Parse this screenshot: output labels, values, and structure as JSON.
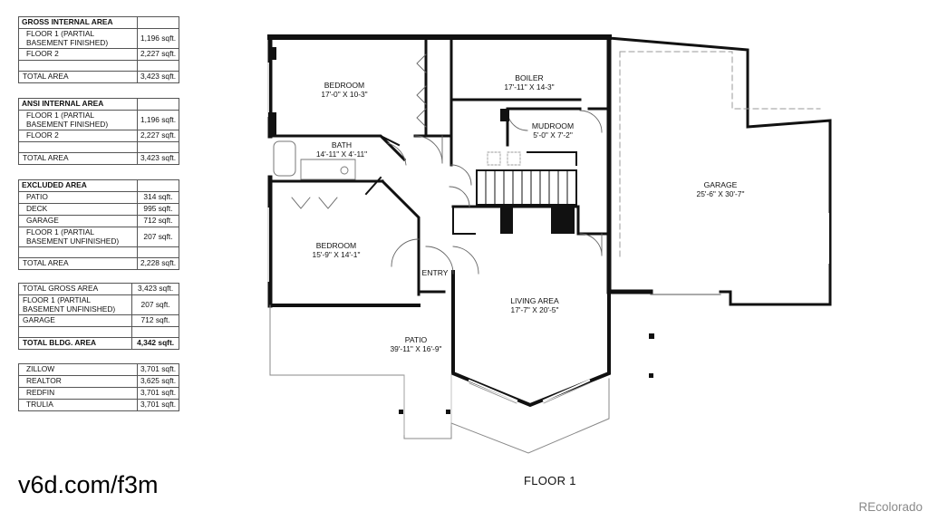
{
  "tables": {
    "gross": {
      "title": "GROSS INTERNAL AREA",
      "floor1_a": "FLOOR 1 (PARTIAL",
      "floor1_b": "BASEMENT FINISHED)",
      "floor1_val": "1,196 sqft.",
      "floor2": "FLOOR 2",
      "floor2_val": "2,227 sqft.",
      "total": "TOTAL AREA",
      "total_val": "3,423 sqft."
    },
    "ansi": {
      "title": "ANSI INTERNAL AREA",
      "floor1_a": "FLOOR 1 (PARTIAL",
      "floor1_b": "BASEMENT FINISHED)",
      "floor1_val": "1,196 sqft.",
      "floor2": "FLOOR 2",
      "floor2_val": "2,227 sqft.",
      "total": "TOTAL AREA",
      "total_val": "3,423 sqft."
    },
    "excluded": {
      "title": "EXCLUDED AREA",
      "patio": "PATIO",
      "patio_val": "314 sqft.",
      "deck": "DECK",
      "deck_val": "995 sqft.",
      "garage": "GARAGE",
      "garage_val": "712 sqft.",
      "floor1_a": "FLOOR 1 (PARTIAL",
      "floor1_b": "BASEMENT UNFINISHED)",
      "floor1_val": "207 sqft.",
      "total": "TOTAL AREA",
      "total_val": "2,228 sqft."
    },
    "summary": {
      "gross": "TOTAL GROSS AREA",
      "gross_val": "3,423 sqft.",
      "floor1_a": "FLOOR 1 (PARTIAL",
      "floor1_b": "BASEMENT UNFINISHED)",
      "floor1_val": "207 sqft.",
      "garage": "GARAGE",
      "garage_val": "712 sqft.",
      "bldg": "TOTAL BLDG. AREA",
      "bldg_val": "4,342 sqft."
    },
    "sites": {
      "zillow": "ZILLOW",
      "zillow_val": "3,701 sqft.",
      "realtor": "REALTOR",
      "realtor_val": "3,625 sqft.",
      "redfin": "REDFIN",
      "redfin_val": "3,701 sqft.",
      "trulia": "TRULIA",
      "trulia_val": "3,701 sqft."
    }
  },
  "plan": {
    "bedroom1": {
      "name": "BEDROOM",
      "dim": "17'-0\" X 10-3\""
    },
    "boiler": {
      "name": "BOILER",
      "dim": "17'-11\" X 14-3\""
    },
    "mudroom": {
      "name": "MUDROOM",
      "dim": "5'-0\" X 7'-2\""
    },
    "bath": {
      "name": "BATH",
      "dim": "14'-11\" X 4'-11\""
    },
    "garage": {
      "name": "GARAGE",
      "dim": "25'-6\" X 30'-7\""
    },
    "bedroom2": {
      "name": "BEDROOM",
      "dim": "15'-9\" X 14'-1\""
    },
    "entry": {
      "name": "ENTRY"
    },
    "living": {
      "name": "LIVING AREA",
      "dim": "17'-7\" X 20'-5\""
    },
    "patio": {
      "name": "PATIO",
      "dim": "39'-11\" X 16'-9\""
    }
  },
  "watermark": "v6d.com/f3m",
  "floor_label": "FLOOR 1",
  "brand": "REcolorado"
}
